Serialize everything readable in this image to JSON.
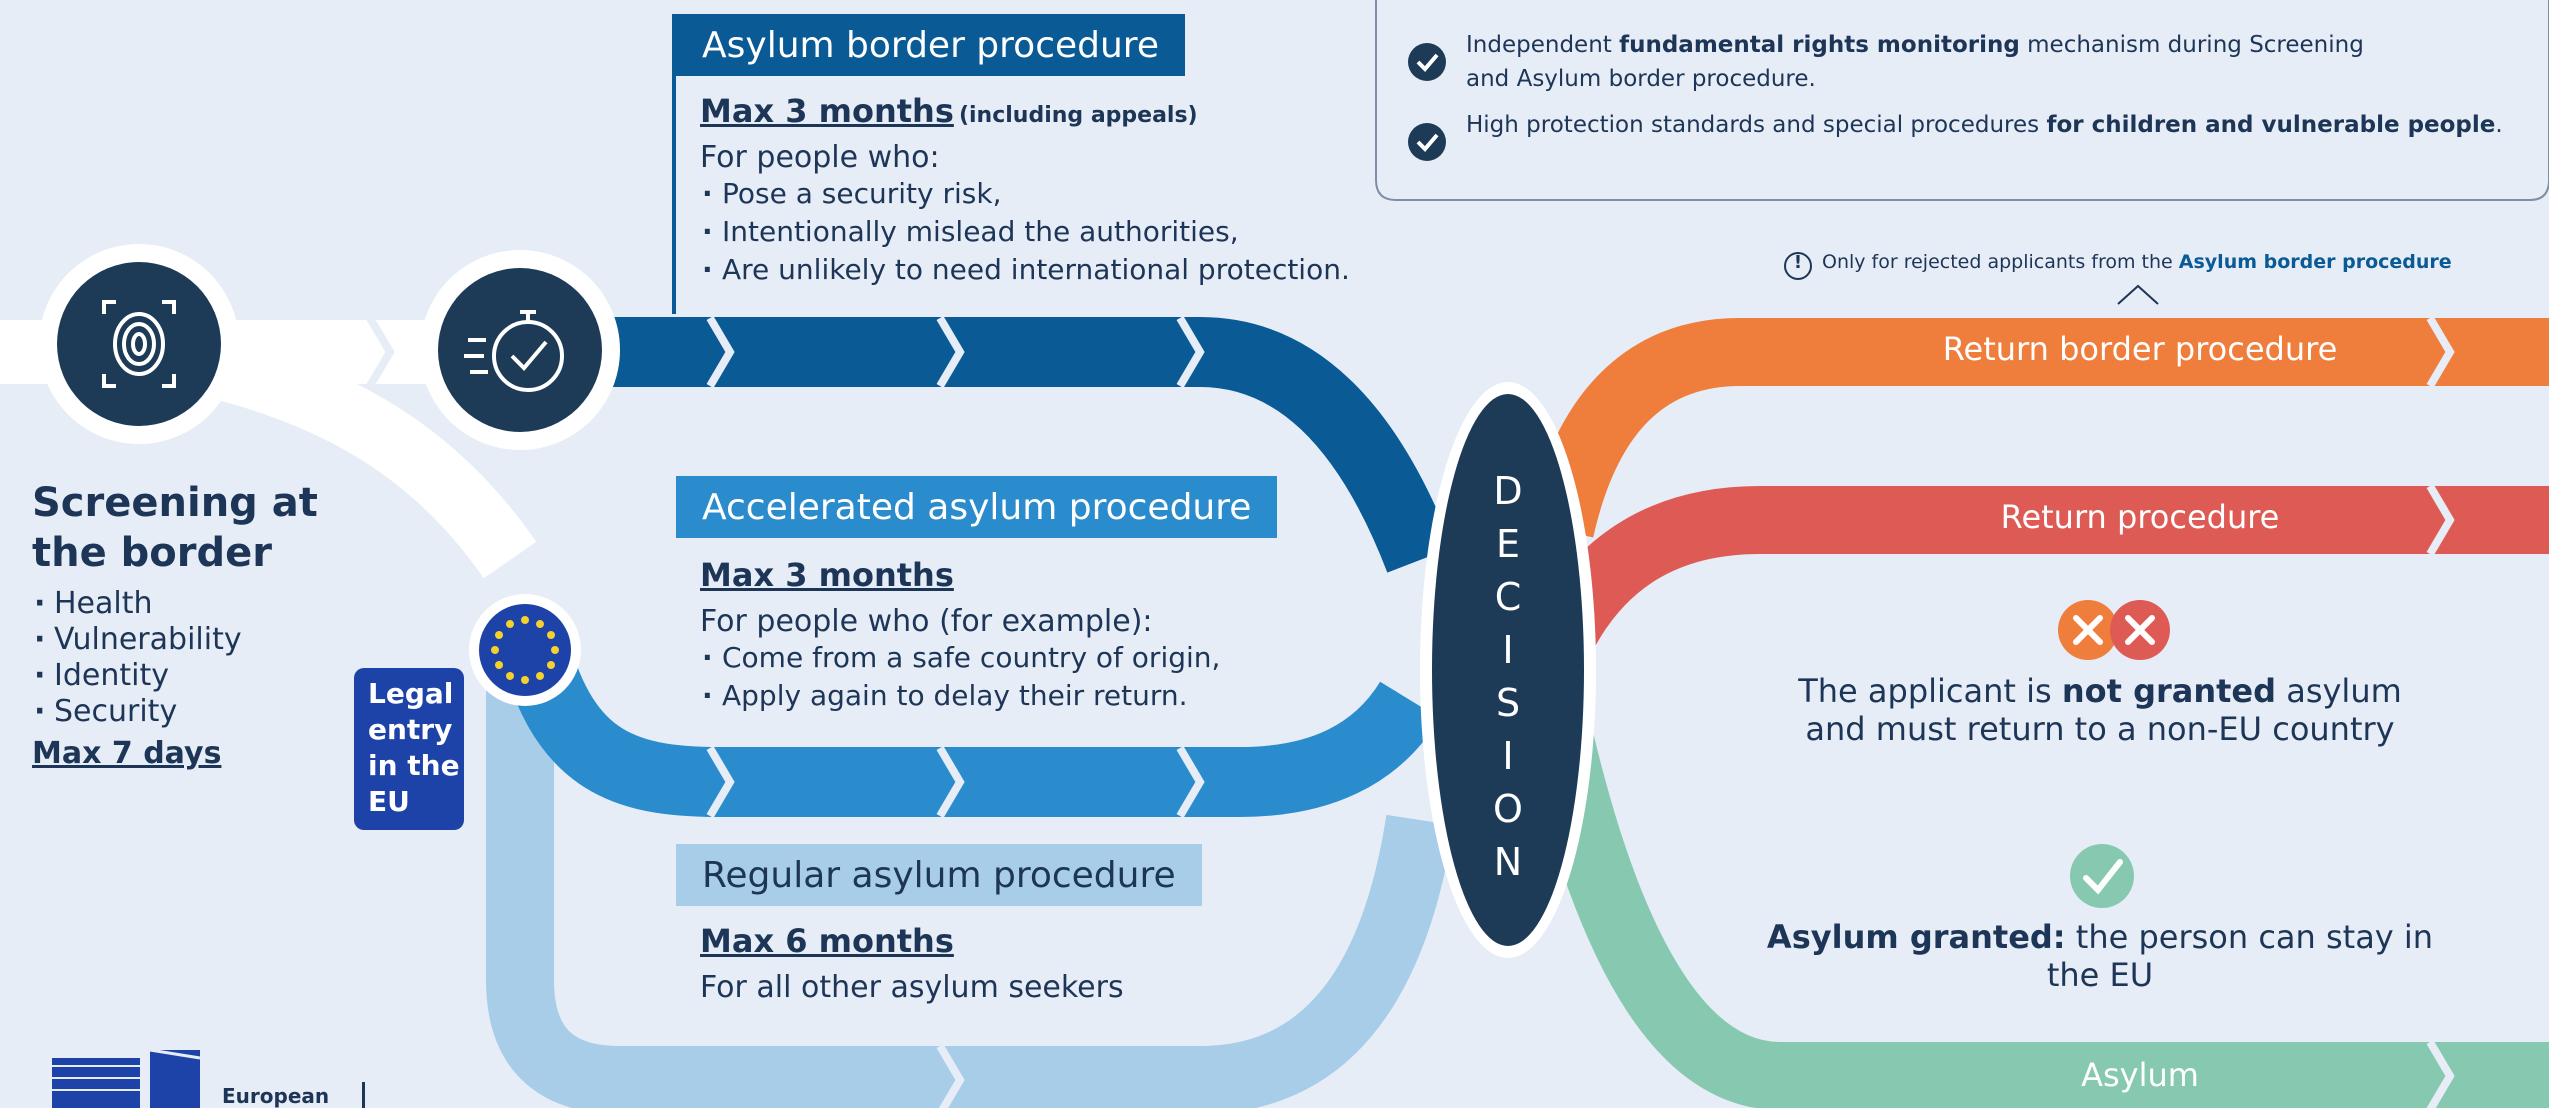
{
  "screening": {
    "title_line1": "Screening at",
    "title_line2": "the border",
    "checks": [
      "Health",
      "Vulnerability",
      "Identity",
      "Security"
    ],
    "max": "Max 7 days"
  },
  "legal_entry": {
    "line1": "Legal",
    "line2": "entry",
    "line3": "in the",
    "line4": "EU"
  },
  "border_procedure": {
    "title": "Asylum border procedure",
    "max": "Max 3 months",
    "max_note": "(including appeals)",
    "for_label": "For people who:",
    "items": [
      "Pose a security risk,",
      "Intentionally mislead the authorities,",
      "Are unlikely to need international protection."
    ]
  },
  "accelerated_procedure": {
    "title": "Accelerated asylum procedure",
    "max": "Max 3 months",
    "for_label": "For people who (for example):",
    "items": [
      "Come from a safe country of origin,",
      "Apply again to delay their return."
    ]
  },
  "regular_procedure": {
    "title": "Regular asylum procedure",
    "max": "Max 6 months",
    "for_label": "For all other asylum seekers"
  },
  "decision": {
    "letters": [
      "D",
      "E",
      "C",
      "I",
      "S",
      "I",
      "O",
      "N"
    ]
  },
  "info_box": {
    "item1_pre": "Independent ",
    "item1_bold": "fundamental rights monitoring",
    "item1_post": " mechanism during Screening",
    "item1_line2": "and Asylum border procedure.",
    "item2_pre": "High protection standards and special procedures ",
    "item2_bold": "for children and vulnerable people",
    "item2_post": "."
  },
  "note": {
    "icon": "!",
    "pre": "Only for rejected applicants from the ",
    "bold": "Asylum border procedure"
  },
  "outcomes": {
    "return_border": "Return border procedure",
    "return": "Return procedure",
    "rejected_pre": "The applicant is ",
    "rejected_bold": "not granted",
    "rejected_post": " asylum",
    "rejected_line2": "and must return to a non-EU country",
    "granted_bold": "Asylum granted:",
    "granted_post": " the person can stay in the EU",
    "asylum": "Asylum"
  },
  "footer": {
    "logo_text": "European"
  },
  "icons": {
    "fingerprint": "fingerprint-icon",
    "stopwatch": "stopwatch-icon",
    "eu_flag": "eu-flag-icon",
    "check": "check-icon",
    "cross": "cross-icon",
    "info": "info-icon"
  },
  "colors": {
    "navy": "#1d3a57",
    "border_blue": "#0a5a96",
    "accel_blue": "#2b8ccd",
    "regular_blue": "#a8cde9",
    "orange": "#ef7d3c",
    "red": "#de5a55",
    "green": "#86c9b0",
    "background": "#e6edf6"
  }
}
